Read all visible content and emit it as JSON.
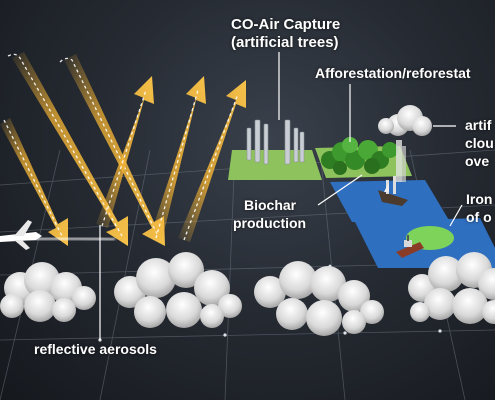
{
  "labels": {
    "co_air_capture_line1": "CO-Air Capture",
    "co_air_capture_line2": "(artificial trees)",
    "afforestation": "Afforestation/reforestat",
    "artificial_clouds_line1": "artif",
    "artificial_clouds_line2": "clou",
    "artificial_clouds_line3": "ove",
    "biochar_line1": "Biochar",
    "biochar_line2": "production",
    "iron_line1": "Iron",
    "iron_line2": "of o",
    "reflective_aerosols": "reflective aerosols"
  },
  "colors": {
    "sunlight_arrow": "#f2b233",
    "grass_tile": "#8ec25c",
    "ocean_tile": "#2f6fc0",
    "forest": "#3e9a2e",
    "cloud": "#e6e6e6",
    "background": "#22262d"
  },
  "icons": {
    "sunlight_arrows": "incoming-sunlight-arrow",
    "reflected_arrows": "reflected-sunlight-arrow",
    "airplane": "airplane-icon",
    "artificial_trees": "artificial-trees-icon",
    "ship": "ship-icon",
    "boat": "boat-icon"
  }
}
